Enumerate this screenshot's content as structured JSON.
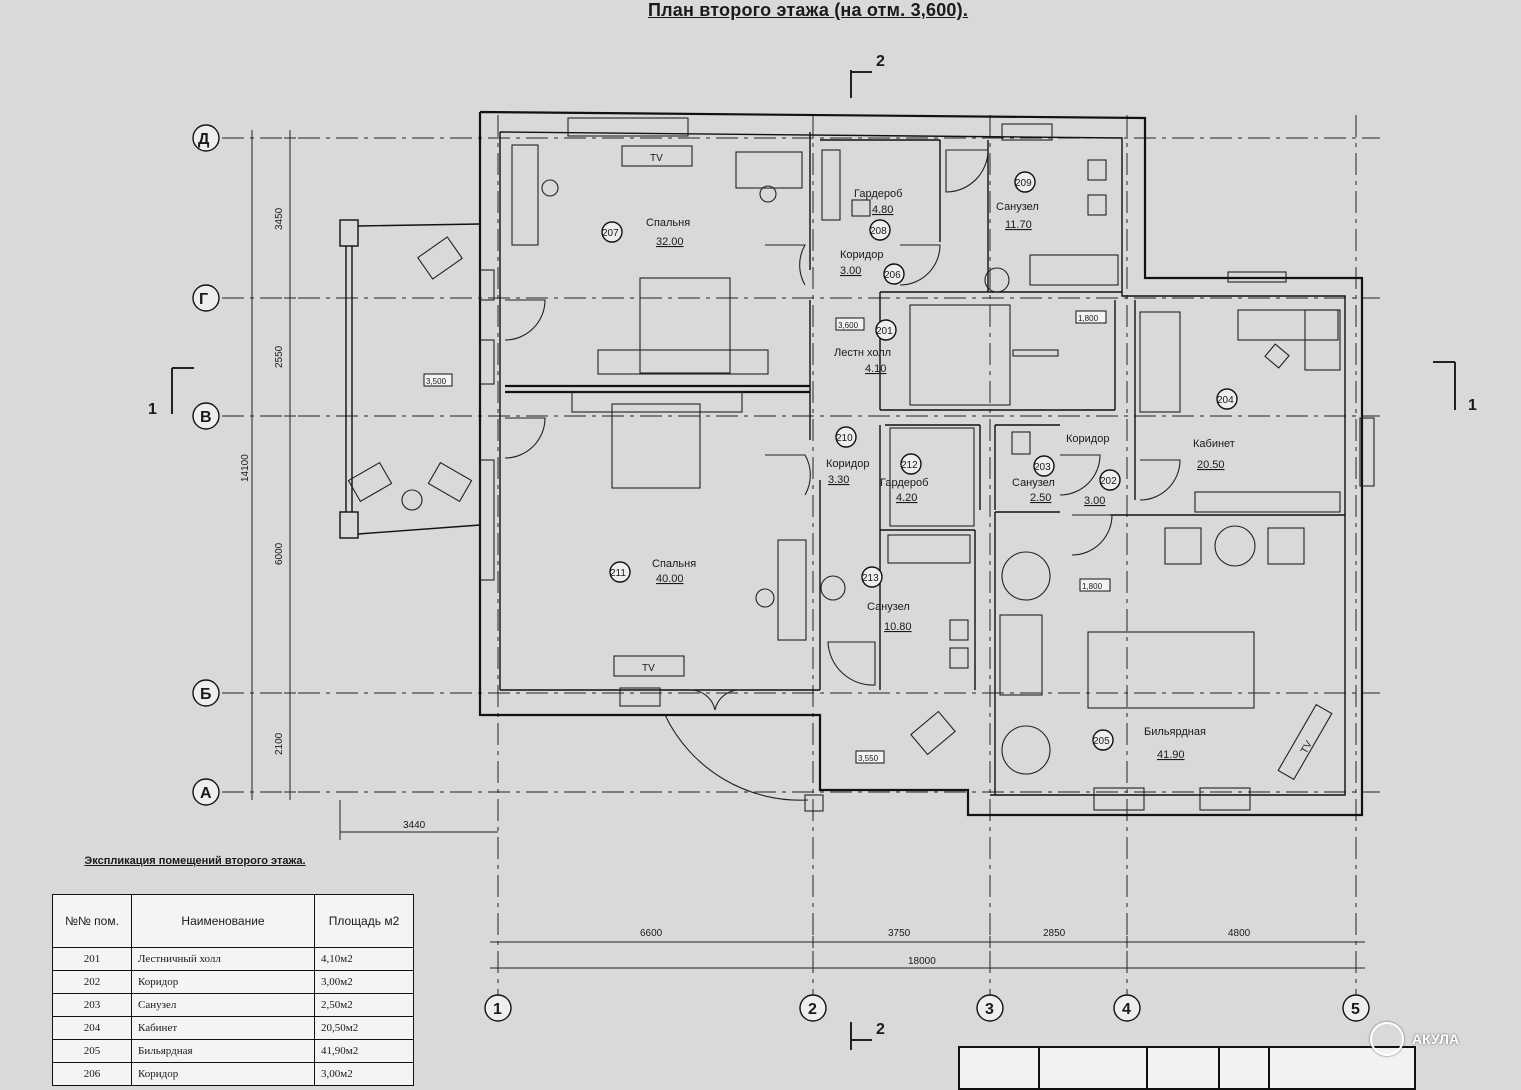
{
  "title": "План второго этажа (на отм. 3,600).",
  "section_marks": {
    "top": "2",
    "bottom": "2",
    "left": "1",
    "right": "1"
  },
  "axes": {
    "rows": [
      "Д",
      "Г",
      "В",
      "Б",
      "А"
    ],
    "cols": [
      "1",
      "2",
      "3",
      "4",
      "5"
    ]
  },
  "dimensions": {
    "left": [
      "3450",
      "2550",
      "6000",
      "2100"
    ],
    "left_total": "14100",
    "balcony": "3440",
    "bottom": [
      "6600",
      "3750",
      "2850",
      "4800"
    ],
    "bottom_total": "18000"
  },
  "levels": {
    "balcony": "3,500",
    "porch": "3,550",
    "hall": "3,600",
    "stair_right": "1,800",
    "billiard": "1,800"
  },
  "rooms": [
    {
      "num": "207",
      "name": "Спальня",
      "area": "32.00"
    },
    {
      "num": "208",
      "name": "Гардероб",
      "area": "4.80"
    },
    {
      "num": "209",
      "name": "Санузел",
      "area": "11.70"
    },
    {
      "num": "206",
      "name": "Коридор",
      "area": "3.00"
    },
    {
      "num": "201",
      "name": "Лестн холл",
      "area": "4.10"
    },
    {
      "num": "204",
      "name": "Кабинет",
      "area": "20.50"
    },
    {
      "num": "210",
      "name": "Коридор",
      "area": "3.30"
    },
    {
      "num": "212",
      "name": "Гардероб",
      "area": "4.20"
    },
    {
      "num": "203",
      "name": "Санузел",
      "area": "2.50"
    },
    {
      "num": "202",
      "name": "Коридор",
      "area": "3.00"
    },
    {
      "num": "211",
      "name": "Спальня",
      "area": "40.00"
    },
    {
      "num": "213",
      "name": "Санузел",
      "area": "10.80"
    },
    {
      "num": "205",
      "name": "Бильярдная",
      "area": "41.90"
    }
  ],
  "tv_labels": [
    "TV",
    "TV",
    "TV"
  ],
  "explication": {
    "title": "Экспликация помещений второго этажа.",
    "headers": [
      "№№ пом.",
      "Наименование",
      "Площадь м2"
    ],
    "rows": [
      [
        "201",
        "Лестничный холл",
        "4,10м2"
      ],
      [
        "202",
        "Коридор",
        "3,00м2"
      ],
      [
        "203",
        "Санузел",
        "2,50м2"
      ],
      [
        "204",
        "Кабинет",
        "20,50м2"
      ],
      [
        "205",
        "Бильярдная",
        "41,90м2"
      ],
      [
        "206",
        "Коридор",
        "3,00м2"
      ]
    ]
  },
  "logo": "АКУЛА"
}
